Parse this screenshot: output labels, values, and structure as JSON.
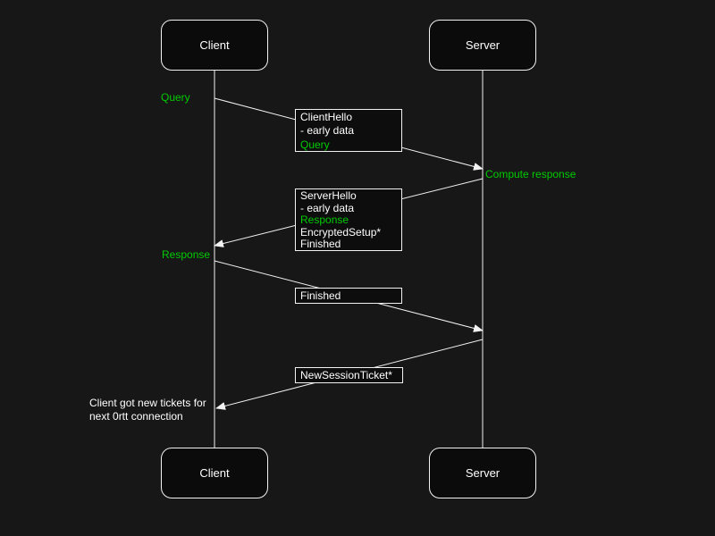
{
  "colors": {
    "background": "#171717",
    "box_fill": "#0b0b0b",
    "stroke": "#f2f2f2",
    "text": "#ffffff",
    "green_accent": "#00cc00"
  },
  "actors": {
    "client_top": "Client",
    "server_top": "Server",
    "client_bottom": "Client",
    "server_bottom": "Server"
  },
  "labels": {
    "query": "Query",
    "compute_response": "Compute response",
    "response": "Response",
    "note_line1": "Client got new tickets for",
    "note_line2": "next 0rtt connection"
  },
  "messages": {
    "client_hello": {
      "line1": "ClientHello",
      "line2": "- early data",
      "line3": "Query"
    },
    "server_hello": {
      "line1": "ServerHello",
      "line2": "- early data",
      "line3": "Response",
      "line4": "EncryptedSetup*",
      "line5": "Finished"
    },
    "finished": "Finished",
    "new_session_ticket": "NewSessionTicket*"
  }
}
